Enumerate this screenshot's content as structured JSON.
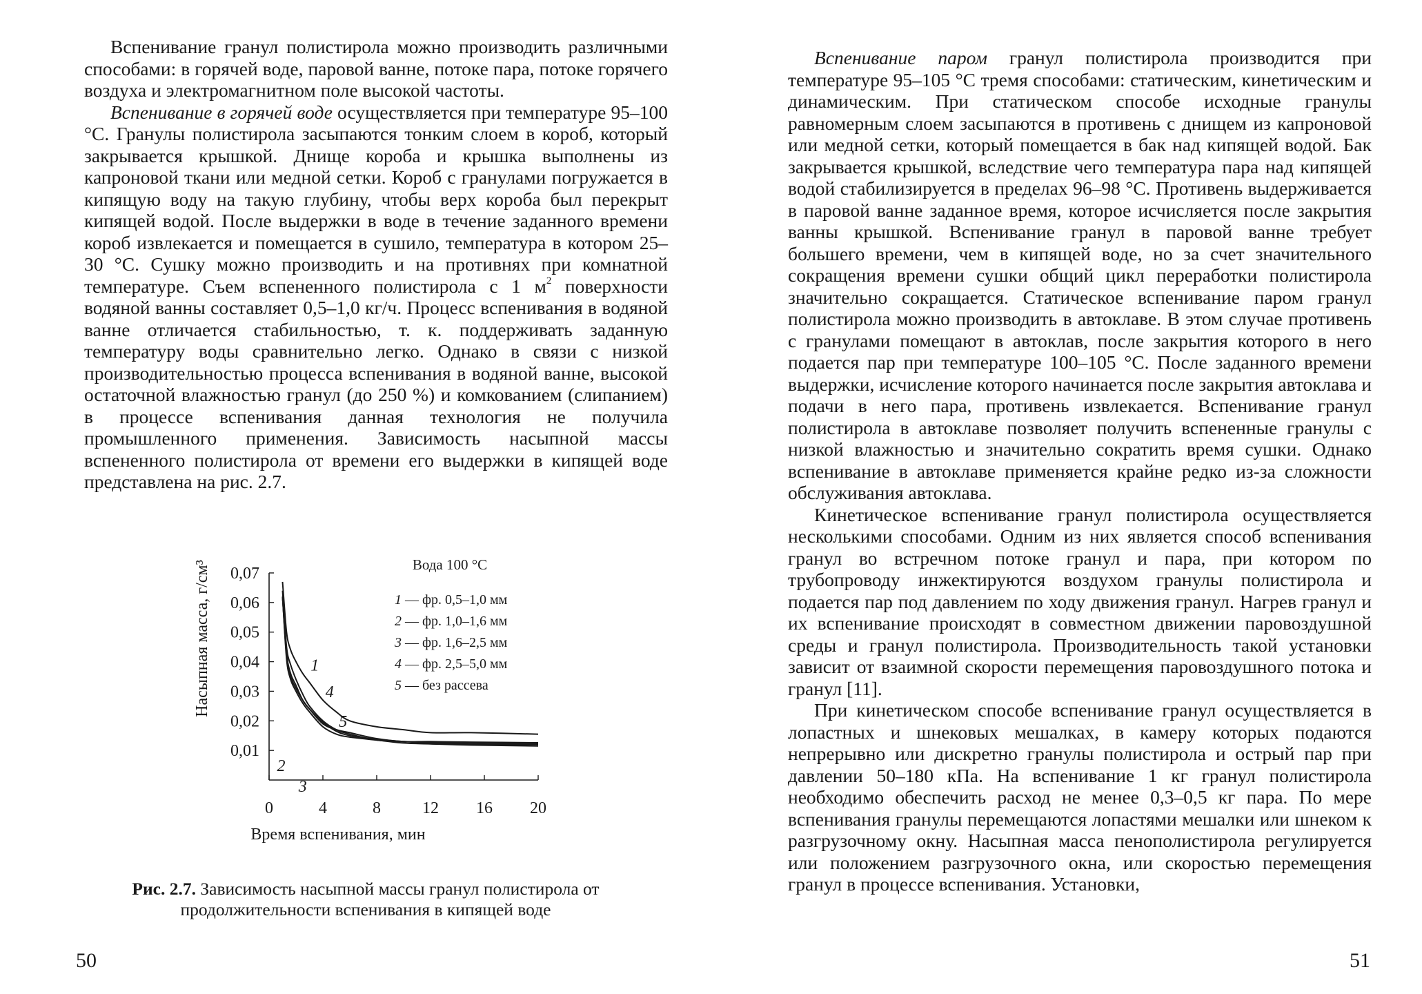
{
  "left_page": {
    "paragraphs": [
      "Вспенивание гранул полистирола можно производить различными способами: в горячей воде, паровой ванне, потоке пара, потоке горячего воздуха и электромагнитном поле высокой частоты.",
      {
        "lead": "Вспенивание в горячей воде",
        "text": " осуществляется при температуре 95–100 °С. Гранулы полистирола засыпаются тонким слоем в короб, который закрывается крышкой. Днище короба и крышка выполнены из капроновой ткани или медной сетки. Короб с гранулами погружается в кипящую воду на такую глубину, чтобы верх короба был перекрыт кипящей водой. После выдержки в воде в течение заданного времени короб извлекается и помещается в сушило, температура в котором 25–30 °С. Сушку можно производить и на противнях при комнатной температуре. Съем вспененного полистирола с 1 м",
        "sup": "2",
        "text2": " поверхности водяной ванны составляет 0,5–1,0 кг/ч. Процесс вспенивания в водяной ванне отличается стабильностью, т. к. поддерживать заданную температуру воды сравнительно легко. Однако в связи с низкой производительностью процесса вспенивания в водяной ванне, высокой остаточной влажностью гранул (до 250 %) и комкованием (слипанием) в процессе вспенивания данная технология не получила промышленного применения. Зависимость насыпной массы вспененного полистирола от времени его выдержки в кипящей воде представлена на рис. 2.7."
      }
    ],
    "page_number": "50",
    "figure": {
      "caption_bold": "Рис. 2.7.",
      "caption_rest": " Зависимость насыпной массы гранул полистирола от продолжительности вспенивания в кипящей воде"
    }
  },
  "right_page": {
    "paragraphs": [
      {
        "lead": "Вспенивание паром",
        "text": " гранул полистирола производится при температуре 95–105 °С тремя способами: статическим, кинетическим и динамическим. При статическом способе исходные гранулы равномерным слоем засыпаются в противень с днищем из капроновой или медной сетки, который помещается в бак над кипящей водой. Бак закрывается крышкой, вследствие чего температура пара над кипящей водой стабилизируется в пределах 96–98 °С. Противень выдерживается в паровой ванне заданное время, которое исчисляется после закрытия ванны крышкой. Вспенивание гранул в паровой ванне требует большего времени, чем в кипящей воде, но за счет значительного сокращения времени сушки общий цикл переработки полистирола значительно сокращается. Статическое вспенивание паром гранул полистирола можно производить в автоклаве. В этом случае противень с гранулами помещают в автоклав, после закрытия которого в него подается пар при температуре 100–105 °С. После заданного времени выдержки, исчисление которого начинается после закрытия автоклава и подачи в него пара, противень извлекается. Вспенивание гранул полистирола в автоклаве позволяет получить вспененные гранулы с низкой влажностью и значительно сократить время сушки. Однако вспенивание в автоклаве применяется крайне редко из-за сложности обслуживания автоклава."
      },
      "Кинетическое вспенивание гранул полистирола осуществляется несколькими способами. Одним из них является способ вспенивания гранул во встречном потоке гранул и пара, при котором по трубопроводу инжектируются воздухом гранулы полистирола и подается пар под давлением по ходу движения гранул. Нагрев гранул и их вспенивание происходят в совместном движении паровоздушной среды и гранул полистирола. Производительность такой установки зависит от взаимной скорости перемещения паровоздушного потока и гранул [11].",
      "При кинетическом способе вспенивание гранул осуществляется в лопастных и шнековых мешалках, в камеру которых подаются непрерывно или дискретно гранулы полистирола и острый пар при давлении 50–180 кПа. На вспенивание 1 кг гранул полистирола необходимо обеспечить расход не менее 0,3–0,5 кг пара. По мере вспенивания гранулы перемещаются лопастями мешалки или шнеком к разгрузочному окну. Насыпная масса пенополистирола регулируется или положением разгрузочного окна, или скоростью перемещения гранул в процессе вспенивания. Установки,"
    ],
    "page_number": "51"
  },
  "chart_data": {
    "type": "line",
    "title": "Вода 100 °С",
    "xlabel": "Время вспенивания, мин",
    "ylabel": "Насыпная масса, г/см³",
    "xlim": [
      0,
      20
    ],
    "ylim": [
      0,
      0.07
    ],
    "x_ticks": [
      "0",
      "4",
      "8",
      "12",
      "16",
      "20"
    ],
    "y_ticks": [
      "0,01",
      "0,02",
      "0,03",
      "0,04",
      "0,05",
      "0,06",
      "0,07"
    ],
    "x_tick_values": [
      0,
      4,
      8,
      12,
      16,
      20
    ],
    "y_tick_values": [
      0.01,
      0.02,
      0.03,
      0.04,
      0.05,
      0.06,
      0.07
    ],
    "grid": false,
    "legend": [
      {
        "num": "1",
        "text": " — фр. 0,5–1,0 мм"
      },
      {
        "num": "2",
        "text": " — фр. 1,0–1,6 мм"
      },
      {
        "num": "3",
        "text": " — фр. 1,6–2,5 мм"
      },
      {
        "num": "4",
        "text": " — фр. 2,5–5,0 мм"
      },
      {
        "num": "5",
        "text": " — без рассева"
      }
    ],
    "series": [
      {
        "name": "1",
        "x": [
          1.0,
          1.3,
          1.6,
          2.0,
          2.5,
          3.0,
          4.0,
          5.0,
          6.0,
          8.0,
          10.0,
          12.0,
          15.0,
          20.0
        ],
        "y": [
          0.067,
          0.05,
          0.044,
          0.04,
          0.036,
          0.033,
          0.027,
          0.023,
          0.02,
          0.018,
          0.017,
          0.016,
          0.016,
          0.0155
        ]
      },
      {
        "name": "2",
        "x": [
          1.0,
          1.3,
          1.6,
          2.0,
          2.5,
          3.0,
          4.0,
          5.0,
          6.0,
          8.0,
          10.0,
          12.0,
          15.0,
          20.0
        ],
        "y": [
          0.062,
          0.043,
          0.036,
          0.032,
          0.027,
          0.024,
          0.019,
          0.017,
          0.016,
          0.014,
          0.013,
          0.013,
          0.0128,
          0.0126
        ]
      },
      {
        "name": "3",
        "x": [
          1.0,
          1.3,
          1.6,
          2.0,
          2.5,
          3.0,
          4.0,
          5.0,
          6.0,
          8.0,
          10.0,
          12.0,
          15.0,
          20.0
        ],
        "y": [
          0.062,
          0.041,
          0.034,
          0.03,
          0.026,
          0.023,
          0.018,
          0.0155,
          0.0145,
          0.0135,
          0.0125,
          0.0122,
          0.0118,
          0.0115
        ]
      },
      {
        "name": "4",
        "x": [
          1.0,
          1.3,
          1.6,
          2.0,
          2.5,
          3.0,
          4.0,
          5.0,
          6.0,
          8.0,
          10.0,
          12.0,
          15.0,
          20.0
        ],
        "y": [
          0.064,
          0.045,
          0.039,
          0.034,
          0.029,
          0.025,
          0.02,
          0.017,
          0.0155,
          0.0135,
          0.013,
          0.0125,
          0.012,
          0.012
        ]
      },
      {
        "name": "5",
        "x": [
          1.0,
          1.3,
          1.6,
          2.0,
          2.5,
          3.0,
          4.0,
          5.0,
          6.0,
          8.0,
          10.0,
          12.0,
          15.0,
          20.0
        ],
        "y": [
          0.062,
          0.042,
          0.035,
          0.031,
          0.027,
          0.024,
          0.0195,
          0.0165,
          0.015,
          0.0138,
          0.013,
          0.0127,
          0.0124,
          0.0122
        ]
      }
    ],
    "curve_labels": [
      {
        "name": "1",
        "at": [
          3.4,
          0.037
        ]
      },
      {
        "name": "4",
        "at": [
          4.5,
          0.028
        ]
      },
      {
        "name": "5",
        "at": [
          5.5,
          0.018
        ]
      },
      {
        "name": "2",
        "at": [
          0.9,
          0.003
        ]
      },
      {
        "name": "3",
        "at": [
          2.5,
          -0.004
        ]
      }
    ]
  }
}
